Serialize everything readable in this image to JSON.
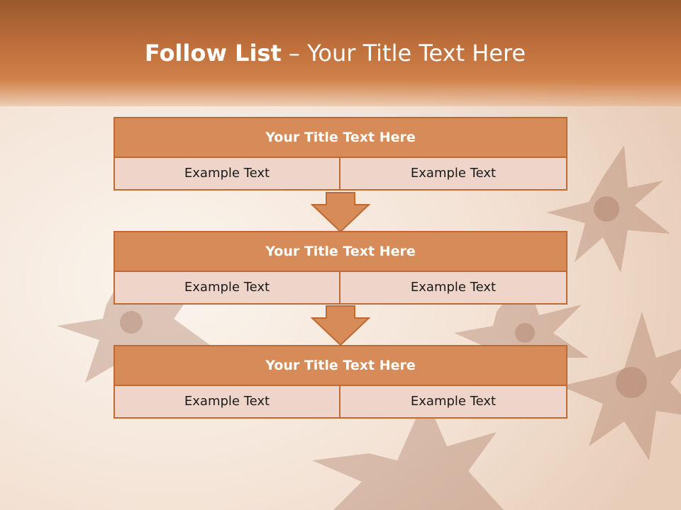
{
  "slide": {
    "title_bold": "Follow List",
    "title_rest": " – Your Title Text Here"
  },
  "blocks": [
    {
      "header": "Your Title Text Here",
      "left_text": "Example Text",
      "right_text": "Example Text"
    },
    {
      "header": "Your Title Text Here",
      "left_text": "Example Text",
      "right_text": "Example Text"
    },
    {
      "header": "Your Title Text Here",
      "left_text": "Example Text",
      "right_text": "Example Text"
    }
  ],
  "colors": {
    "title_bar": "#c0703c",
    "header_fill": "#d68b58",
    "cell_fill": "#efd5c9",
    "border": "#c06a33",
    "arrow_fill": "#d68b58"
  },
  "icons": [
    "star-anise-background-image",
    "down-arrow-icon"
  ]
}
